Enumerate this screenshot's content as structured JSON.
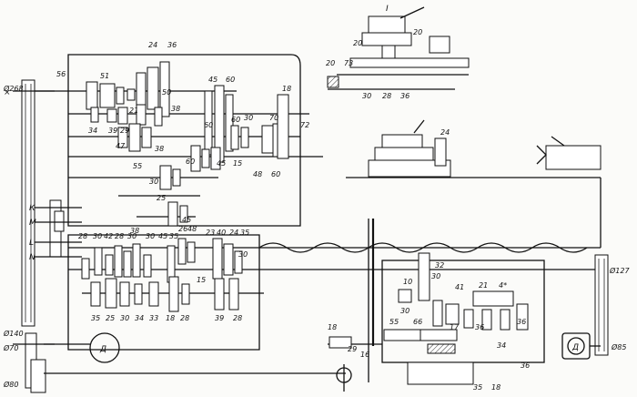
{
  "diagram": {
    "kind": "lathe kinematic scheme",
    "pulley_labels": [
      "Ø268",
      "Ø140",
      "Ø70",
      "Ø80",
      "Ø127",
      "Ø85"
    ],
    "motor_symbol": "Д",
    "roman_label": "I",
    "side_letters": [
      "К",
      "М",
      "L",
      "N"
    ],
    "headstock_gear_labels": [
      "56",
      "51",
      "24",
      "36",
      "50",
      "34",
      "39",
      "29",
      "21",
      "38",
      "47",
      "38",
      "55",
      "45",
      "60",
      "60",
      "30",
      "70",
      "72",
      "48",
      "60",
      "45",
      "15",
      "60",
      "18",
      "30",
      "25",
      "45"
    ],
    "gearbox_gear_labels": [
      "28",
      "30",
      "42",
      "28",
      "30",
      "38",
      "45",
      "35",
      "26",
      "48",
      "23",
      "40",
      "24",
      "35",
      "30",
      "15",
      "35",
      "25",
      "30",
      "34",
      "33",
      "18",
      "28",
      "39",
      "28"
    ],
    "apron_labels": [
      "30",
      "32",
      "10",
      "30",
      "41",
      "21",
      "4*",
      "55",
      "66",
      "17",
      "36",
      "34",
      "36",
      "35",
      "18",
      "18",
      "29",
      "16",
      "24"
    ],
    "carriage_labels": [
      "20",
      "20",
      "20",
      "73",
      "30",
      "28",
      "36"
    ]
  }
}
